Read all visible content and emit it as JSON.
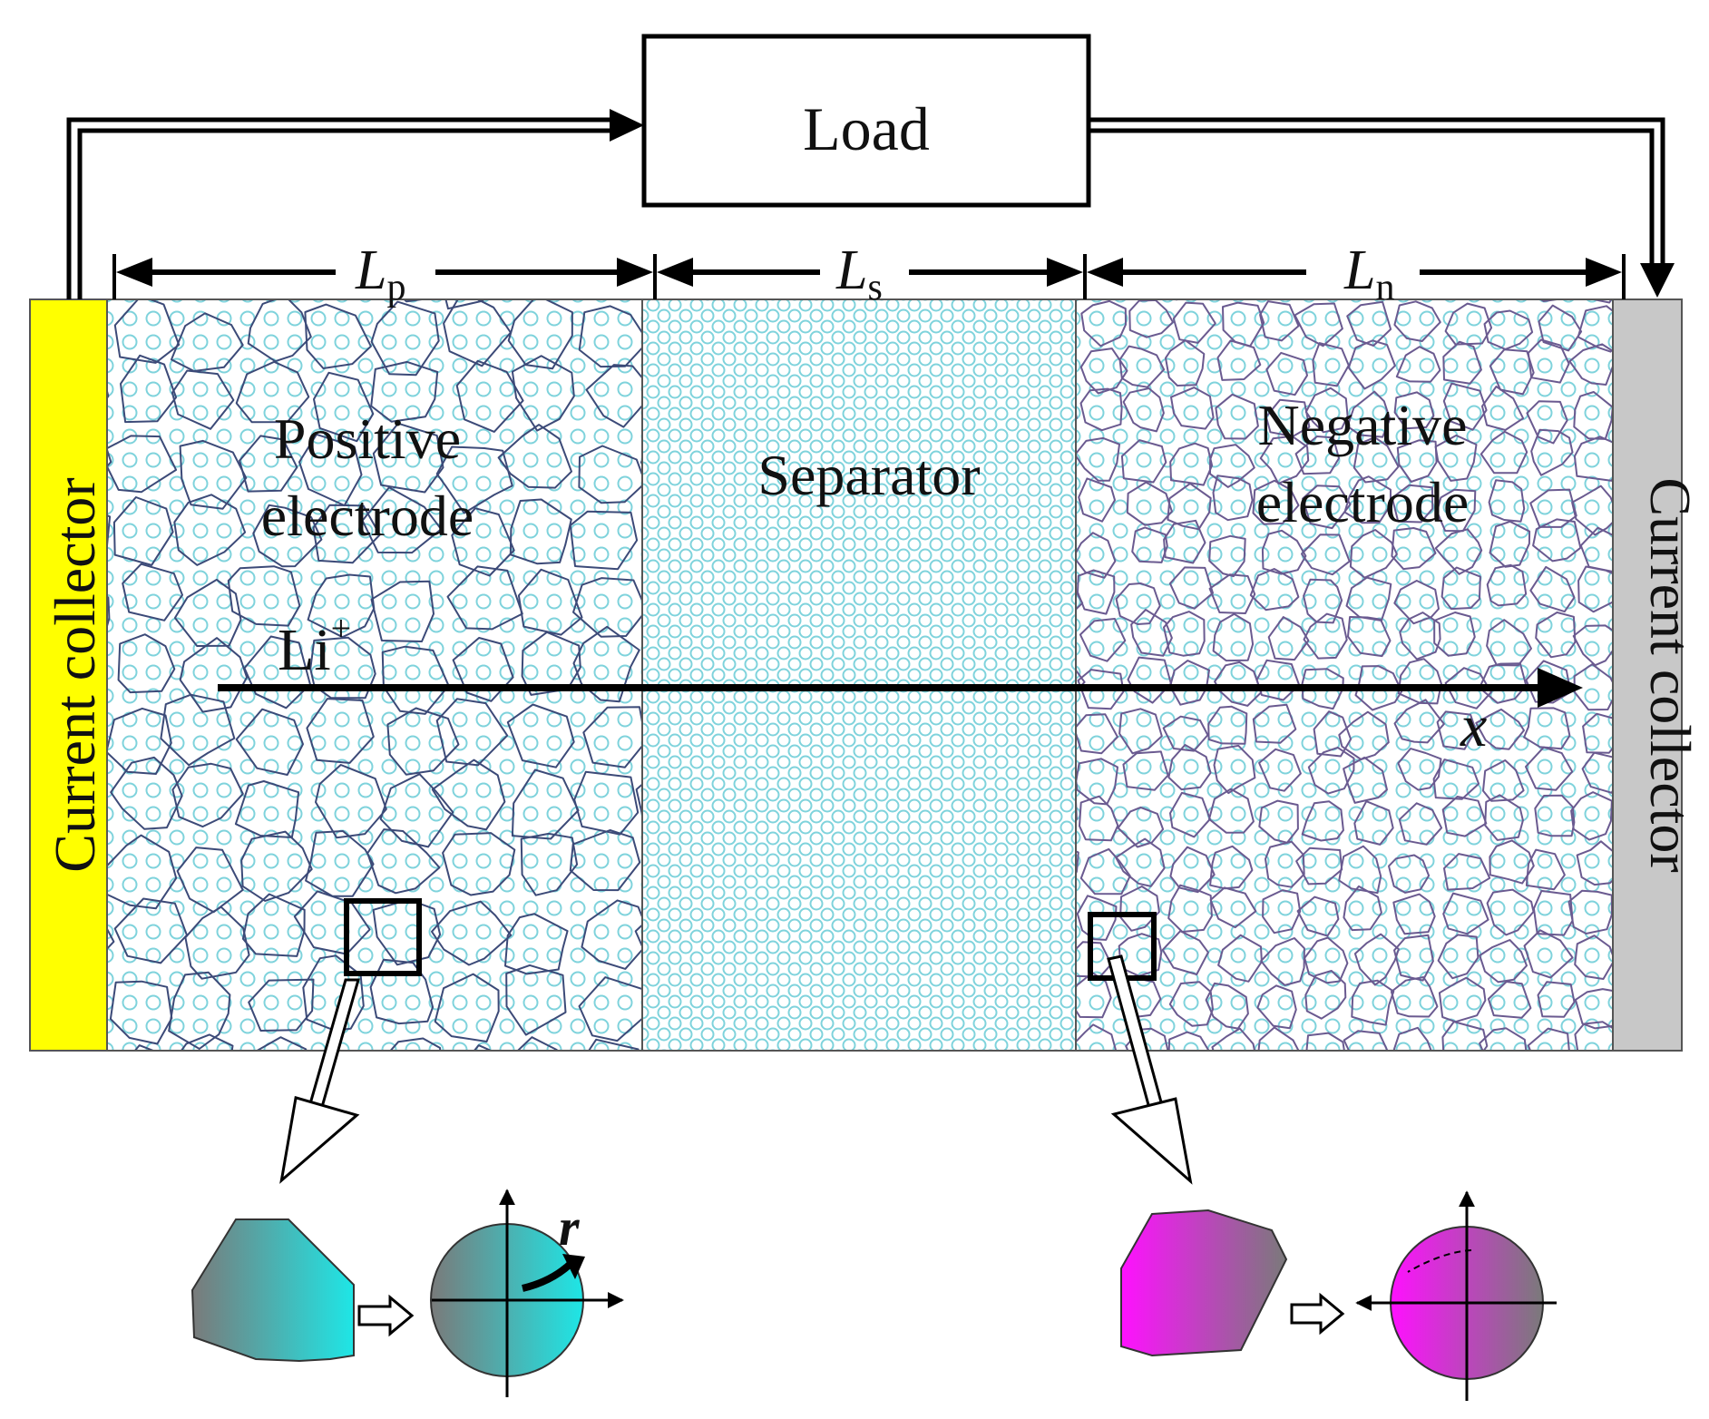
{
  "load": {
    "label": "Load"
  },
  "dimensions": {
    "positive": {
      "symbol": "L",
      "sub": "p"
    },
    "separator": {
      "symbol": "L",
      "sub": "s"
    },
    "negative": {
      "symbol": "L",
      "sub": "n"
    }
  },
  "regions": {
    "left_collector": {
      "label": "Current collector",
      "color": "#ffff00"
    },
    "positive": {
      "line1": "Positive",
      "line2": "electrode"
    },
    "separator": {
      "label": "Separator"
    },
    "negative": {
      "line1": "Negative",
      "line2": "electrode"
    },
    "right_collector": {
      "label": "Current collector",
      "color": "#c8c8c8"
    }
  },
  "ion": {
    "base": "Li",
    "sup": "+"
  },
  "axis": {
    "x_label": "x",
    "r_label": "r"
  },
  "colors": {
    "electrolyte_circle": "#7fd3dc",
    "positive_grain": "#3c4a78",
    "negative_grain": "#6a5a90",
    "positive_particle_light": "#1ee6e6",
    "positive_particle_dark": "#7a7a7a",
    "negative_particle_light": "#ff10ff",
    "negative_particle_dark": "#7a7a7a"
  }
}
